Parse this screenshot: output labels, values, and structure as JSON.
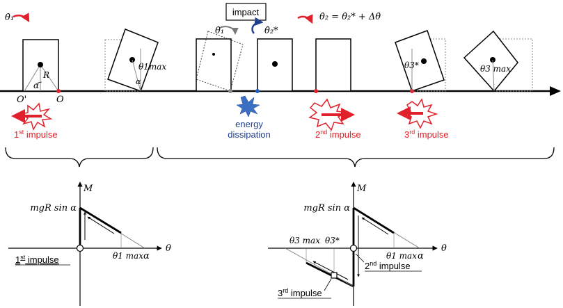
{
  "colors": {
    "ink": "#000000",
    "impulse_red": "#e0202a",
    "dissipation_blue": "#1f3f8f",
    "burst_blue": "#3a6fc4",
    "guide_gray": "#8a8a8a"
  },
  "top": {
    "impact_label": "impact",
    "energy_line1": "energy",
    "energy_line2": "dissipation",
    "theta_dot_1": "θ̇₁",
    "theta_dot_1_impact": "θ̇₁",
    "theta_dot_2_star": "θ̇₂*",
    "theta_dot_2_eq": "θ̇₂ = θ̇₂* + Δθ̇",
    "R": "R",
    "alpha": "α",
    "O_prime": "O'",
    "O": "O",
    "theta_1max": "θ1max",
    "theta_3_star": "θ3*",
    "theta_3max": "θ3 max",
    "impulses": [
      {
        "num": "1",
        "sup": "st",
        "word": " impulse"
      },
      {
        "num": "2",
        "sup": "nd",
        "word": " impulse"
      },
      {
        "num": "3",
        "sup": "rd",
        "word": " impulse"
      }
    ]
  },
  "plots": {
    "left": {
      "axis_y": "M",
      "axis_x": "θ",
      "y_label": "mgR sin α",
      "theta_1max": "θ1 max",
      "alpha": "α",
      "impulse": {
        "num": "1",
        "sup": "st",
        "word": " impulse"
      }
    },
    "right": {
      "axis_y": "M",
      "axis_x": "θ",
      "y_label": "mgR sin α",
      "theta_3max": "θ3 max",
      "theta_3_star": "θ3*",
      "theta_1max": "θ1 max",
      "alpha": "α",
      "impulse2": {
        "num": "2",
        "sup": "nd",
        "word": " impulse"
      },
      "impulse3": {
        "num": "3",
        "sup": "rd",
        "word": " impulse"
      }
    }
  }
}
